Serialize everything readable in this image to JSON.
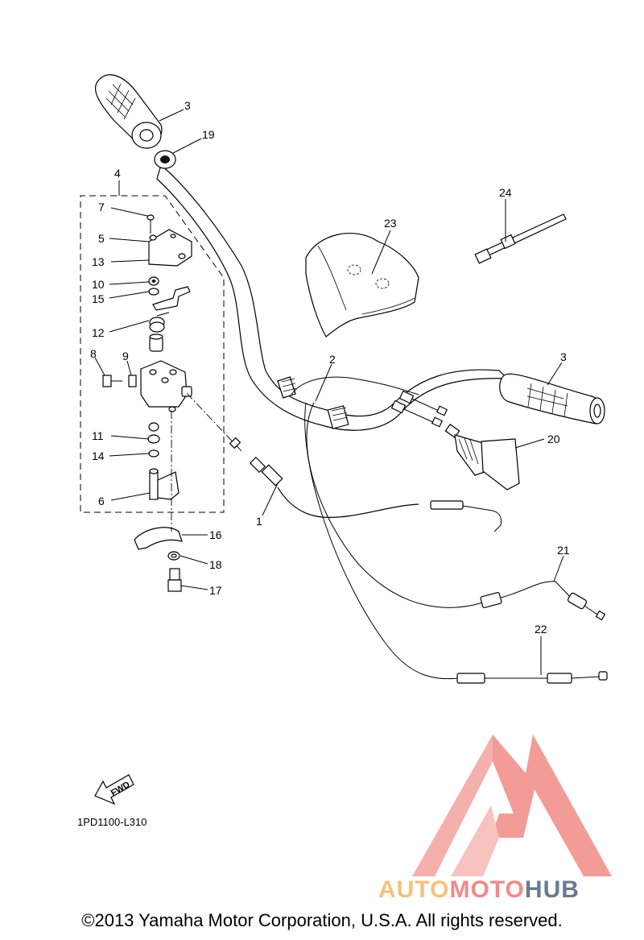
{
  "diagram": {
    "part_labels": [
      "1",
      "2",
      "3",
      "3",
      "4",
      "5",
      "6",
      "7",
      "8",
      "9",
      "10",
      "11",
      "12",
      "13",
      "14",
      "15",
      "16",
      "17",
      "18",
      "19",
      "20",
      "21",
      "22",
      "23",
      "24"
    ],
    "fwd_label": "FWD",
    "drawing_code": "1PD1100-L310"
  },
  "watermark": {
    "part1": "AUTO",
    "part2": "MOTO",
    "part3": "HUB",
    "colors": {
      "auto": "#f5c27a",
      "moto": "#f28a86",
      "hub": "#6b7a8c",
      "logo": "#f28a86"
    }
  },
  "copyright": "©2013 Yamaha Motor Corporation, U.S.A. All rights reserved."
}
